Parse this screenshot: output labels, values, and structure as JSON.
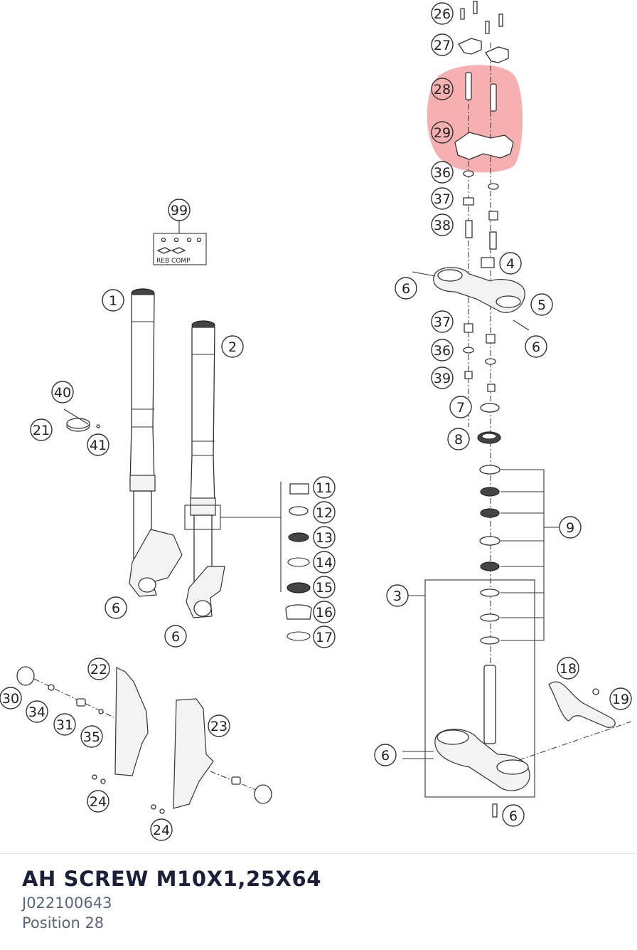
{
  "diagram": {
    "highlight_color": "#f07070",
    "kit_label": "REB COMP",
    "callouts": {
      "c26": "26",
      "c27": "27",
      "c28": "28",
      "c29": "29",
      "c36a": "36",
      "c37a": "37",
      "c38": "38",
      "c4": "4",
      "c5": "5",
      "c6a": "6",
      "c6b": "6",
      "c37b": "37",
      "c36b": "36",
      "c39": "39",
      "c7": "7",
      "c8": "8",
      "c9": "9",
      "c3": "3",
      "c18": "18",
      "c19": "19",
      "c6c": "6",
      "c6d": "6",
      "c99": "99",
      "c1": "1",
      "c2": "2",
      "c40": "40",
      "c21": "21",
      "c41": "41",
      "c11": "11",
      "c12": "12",
      "c13": "13",
      "c14": "14",
      "c15": "15",
      "c16": "16",
      "c17": "17",
      "c6e": "6",
      "c6f": "6",
      "c22": "22",
      "c23": "23",
      "c30": "30",
      "c34": "34",
      "c31": "31",
      "c35": "35",
      "c24a": "24",
      "c24b": "24"
    }
  },
  "part": {
    "name": "AH SCREW M10X1,25X64",
    "number": "J022100643",
    "position": "Position 28"
  }
}
